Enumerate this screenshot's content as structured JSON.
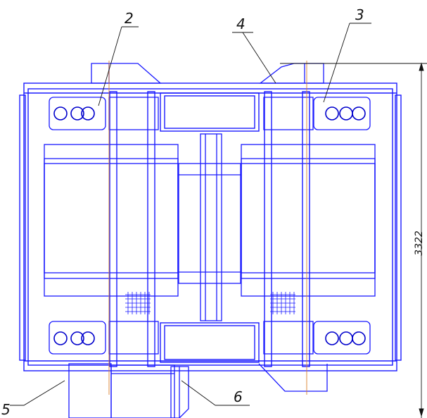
{
  "callouts": {
    "c2": "2",
    "c3": "3",
    "c4": "4",
    "c5": "5",
    "c6": "6"
  },
  "dimension": {
    "height_label": "3322"
  },
  "colors": {
    "line": "#1a1aff",
    "line_dark": "#0000cc",
    "axis": "#d9822b",
    "ink": "#111111"
  }
}
